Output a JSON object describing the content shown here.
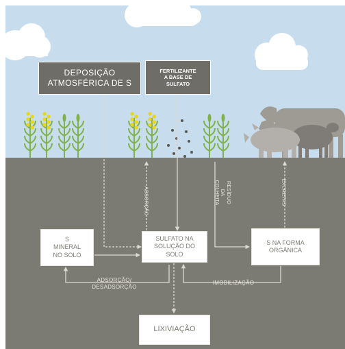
{
  "colors": {
    "sky": "#c7dced",
    "soil": "#7b7a73",
    "cloud": "#ffffff",
    "dark_box": "#6f6d67",
    "box_text": "#7d7b74",
    "flow_line": "#dcd9d1",
    "plant_yellow": "#e8d51d",
    "plant_green": "#7fb34a",
    "animals": "#a7a39e"
  },
  "boxes": {
    "deposition": "DEPOSIÇÃO\nATMOSFÉRICA DE S",
    "fertilizer": "FERTILIZANTE\nA BASE DE\nSULFATO",
    "mineral": "S\nMINERAL\nNO SOLO",
    "sulfate": "SULFATO NA\nSOLUÇÃO DO\nSOLO",
    "organic": "S NA FORMA\nORGÂNICA",
    "leaching": "LIXIVIAÇÃO"
  },
  "flows": {
    "absorption": "ABSORÇÃO",
    "crop_residue": "RESÍDUO\nDA\nCOLHEITA",
    "excretions": "EXCRETAS",
    "adsorption": "ADSORÇÃO/\nDESADSORÇÃO",
    "immobilization": "IMOBILIZAÇÃO"
  },
  "icons": [
    "cloud-icon",
    "wheat-plant-icon",
    "rapeseed-plant-icon",
    "cow-icon",
    "sheep-icon",
    "pig-icon",
    "fertilizer-granules-icon"
  ]
}
